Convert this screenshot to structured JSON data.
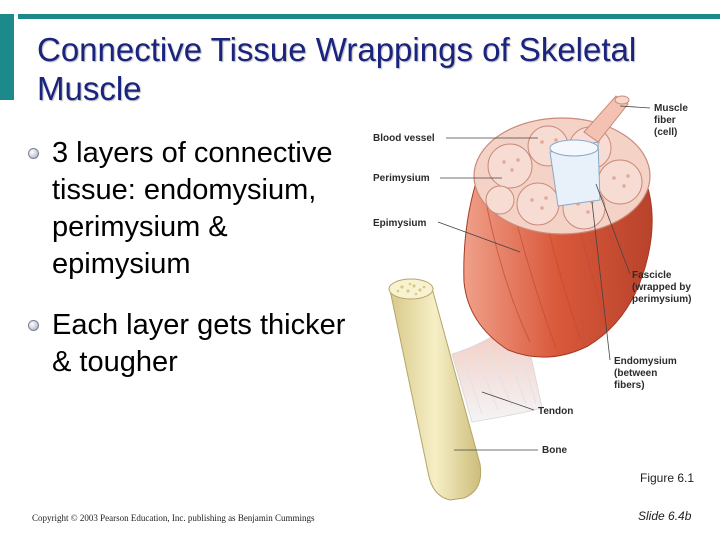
{
  "title": "Connective Tissue Wrappings of Skeletal Muscle",
  "bullets": [
    "3 layers of connective tissue: endomysium, perimysium & epimysium",
    "Each layer gets thicker & tougher"
  ],
  "figure": {
    "labels": {
      "muscle_fiber": [
        "Muscle",
        "fiber",
        "(cell)"
      ],
      "blood_vessel": "Blood vessel",
      "perimysium": "Perimysium",
      "epimysium": "Epimysium",
      "fascicle": [
        "Fascicle",
        "(wrapped by",
        "perimysium)"
      ],
      "endomysium": [
        "Endomysium",
        "(between",
        "fibers)"
      ],
      "tendon": "Tendon",
      "bone": "Bone"
    },
    "caption": "Figure 6.1"
  },
  "footer": {
    "copyright": "Copyright © 2003 Pearson Education, Inc. publishing as Benjamin Cummings",
    "slide_number": "Slide 6.4b"
  },
  "colors": {
    "accent": "#1c8a8a",
    "title": "#1a237e",
    "muscle": "#d9583a",
    "bone": "#efe4a8"
  }
}
